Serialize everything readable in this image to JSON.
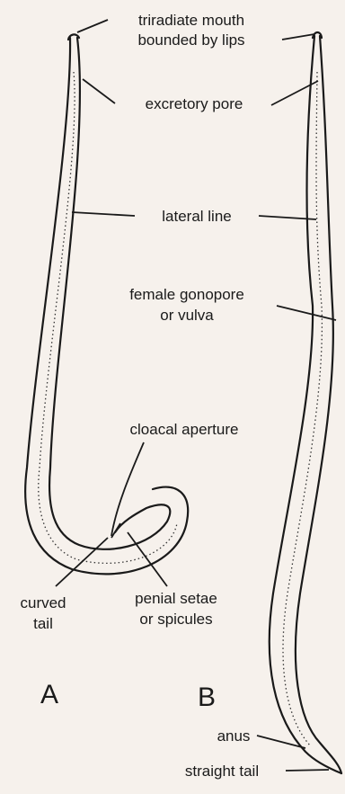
{
  "labels": {
    "mouth_line1": "triradiate mouth",
    "mouth_line2": "bounded by lips",
    "excretory_pore": "excretory pore",
    "lateral_line": "lateral line",
    "gonopore_line1": "female gonopore",
    "gonopore_line2": "or vulva",
    "cloacal_aperture": "cloacal aperture",
    "curved_tail_line1": "curved",
    "curved_tail_line2": "tail",
    "penial_line1": "penial setae",
    "penial_line2": "or spicules",
    "anus": "anus",
    "straight_tail": "straight tail",
    "figure_a": "A",
    "figure_b": "B"
  }
}
